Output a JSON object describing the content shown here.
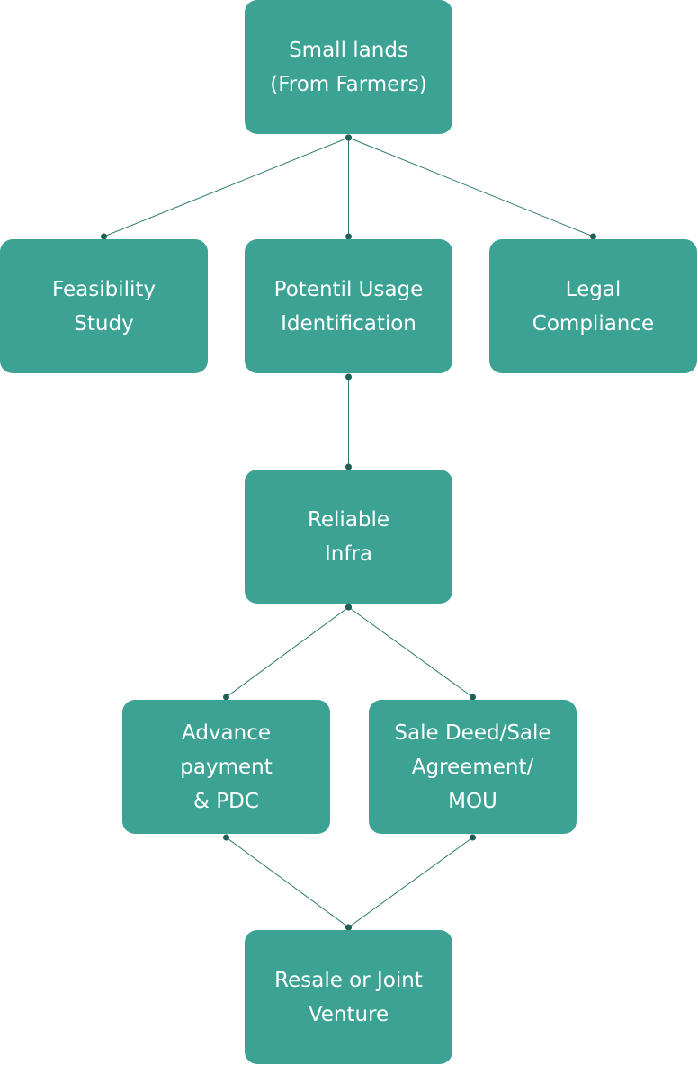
{
  "colors": {
    "node_fill": "#3ca394",
    "node_text": "#ffffff",
    "connector": "#2b7a6c",
    "connector_dot": "#1f5f55"
  },
  "nodes": {
    "root": {
      "label": "Small lands\n(From Farmers)"
    },
    "feasibility": {
      "label": "Feasibility\nStudy"
    },
    "usage": {
      "label": "Potentil Usage\nIdentification"
    },
    "legal": {
      "label": "Legal\nCompliance"
    },
    "infra": {
      "label": "Reliable\nInfra"
    },
    "advance": {
      "label": "Advance\npayment\n& PDC"
    },
    "deed": {
      "label": "Sale Deed/Sale\nAgreement/\nMOU"
    },
    "resale": {
      "label": "Resale or Joint\nVenture"
    }
  },
  "edges": [
    {
      "from": "root",
      "to": "feasibility"
    },
    {
      "from": "root",
      "to": "usage"
    },
    {
      "from": "root",
      "to": "legal"
    },
    {
      "from": "usage",
      "to": "infra"
    },
    {
      "from": "infra",
      "to": "advance"
    },
    {
      "from": "infra",
      "to": "deed"
    },
    {
      "from": "advance",
      "to": "resale"
    },
    {
      "from": "deed",
      "to": "resale"
    }
  ]
}
